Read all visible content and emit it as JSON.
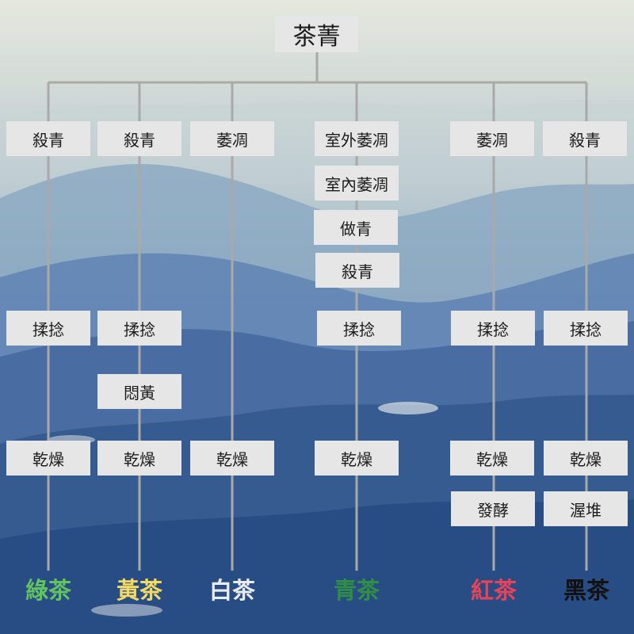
{
  "root": "茶菁",
  "branches": [
    {
      "name": "綠茶",
      "color": "#62c45f",
      "steps": [
        "殺青",
        "揉捻",
        "乾燥"
      ]
    },
    {
      "name": "黃茶",
      "color": "#f3da62",
      "steps": [
        "殺青",
        "揉捻",
        "悶黃",
        "乾燥"
      ]
    },
    {
      "name": "白茶",
      "color": "#e9ecf0",
      "steps": [
        "萎凋",
        "乾燥"
      ]
    },
    {
      "name": "青茶",
      "color": "#2f8f45",
      "steps": [
        "室外萎凋",
        "室內萎凋",
        "做青",
        "殺青",
        "揉捻",
        "乾燥"
      ]
    },
    {
      "name": "紅茶",
      "color": "#e8435a",
      "steps": [
        "萎凋",
        "揉捻",
        "乾燥",
        "發酵"
      ]
    },
    {
      "name": "黑茶",
      "color": "#111111",
      "steps": [
        "殺青",
        "揉捻",
        "乾燥",
        "渥堆"
      ]
    }
  ]
}
